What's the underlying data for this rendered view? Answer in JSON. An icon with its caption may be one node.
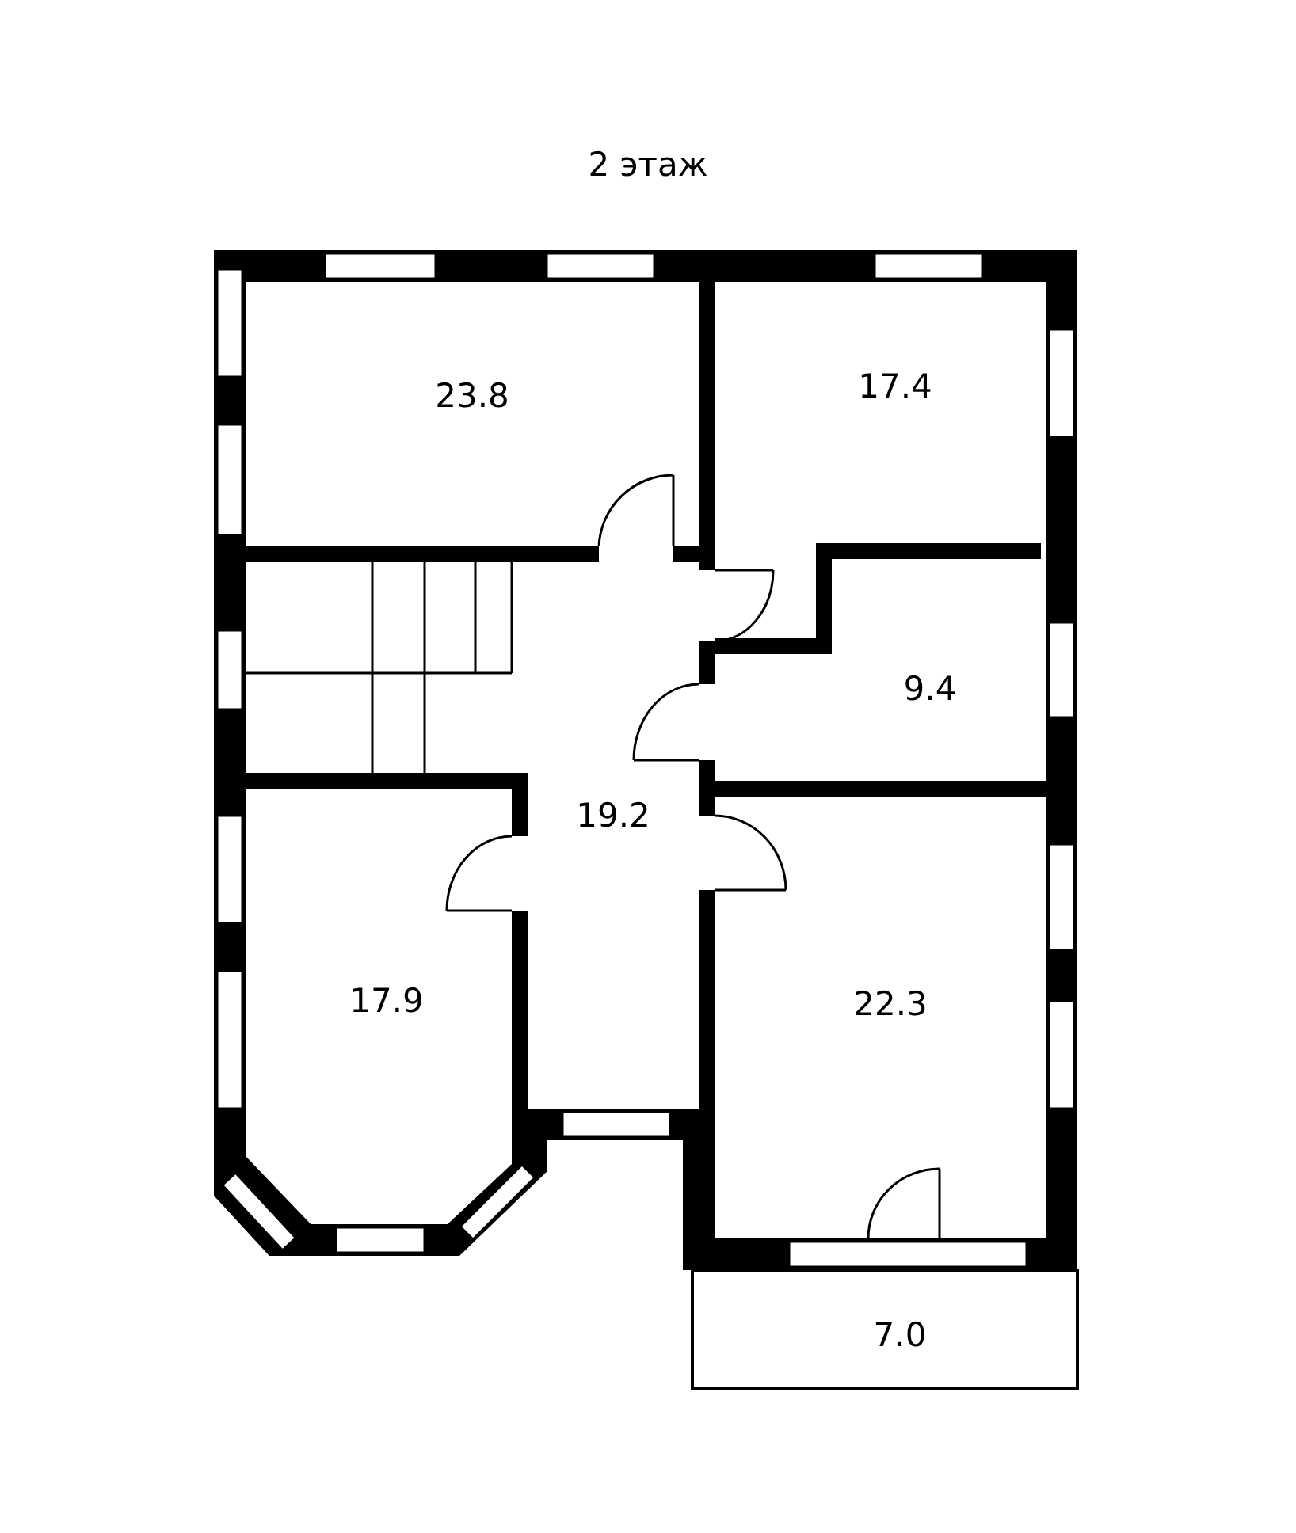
{
  "diagram": {
    "title": "2 этаж",
    "nodes": [
      {
        "text": [
          "23.8"
        ]
      },
      {
        "text": [
          "17.4"
        ]
      },
      {
        "text": [
          "9.4"
        ]
      },
      {
        "text": [
          "19.2"
        ]
      },
      {
        "text": [
          "17.9"
        ]
      },
      {
        "text": [
          "22.3"
        ]
      },
      {
        "text": [
          "7.0"
        ]
      }
    ]
  }
}
